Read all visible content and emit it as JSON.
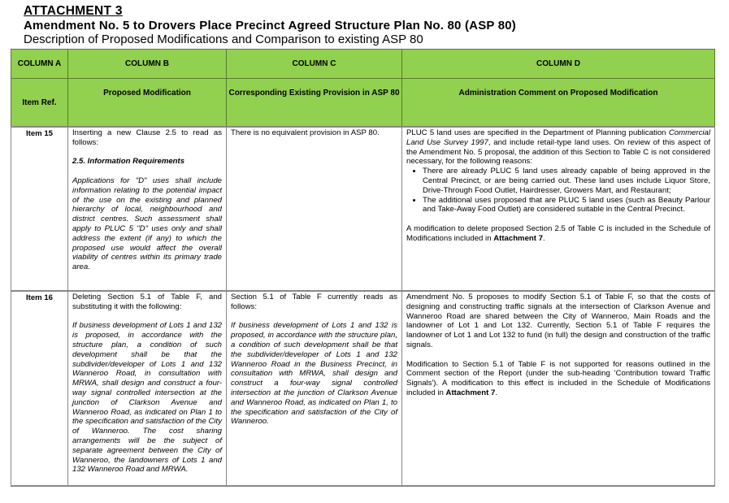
{
  "header": {
    "attachment": "ATTACHMENT 3",
    "title": "Amendment No. 5 to Drovers Place Precinct Agreed Structure Plan No. 80 (ASP 80)",
    "subtitle": "Description of Proposed Modifications and Comparison to existing ASP 80"
  },
  "columns": [
    {
      "label": "COLUMN A",
      "heading": "Item Ref."
    },
    {
      "label": "COLUMN B",
      "heading": "Proposed Modification"
    },
    {
      "label": "COLUMN C",
      "heading": "Corresponding Existing Provision in ASP 80"
    },
    {
      "label": "COLUMN D",
      "heading": "Administration Comment on Proposed Modification"
    }
  ],
  "table_header_color": "#92D050",
  "rows": [
    {
      "item": "Item 15",
      "b_intro": "Inserting a new Clause 2.5 to read as follows:",
      "b_heading": "2.5. Information Requirements",
      "b_quote": "Applications for \"D\" uses shall include information relating to the potential impact of the use on the existing and planned hierarchy of local, neighbourhood and district centres. Such assessment shall apply to PLUC 5 \"D\" uses only and shall address the extent (if any) to which the proposed use would affect the overall viability of centres within its primary trade area.",
      "c_text": "There is no equivalent provision in ASP 80.",
      "d_p1_a": "PLUC 5 land uses are specified in the Department of Planning publication ",
      "d_p1_italic": "Commercial Land Use Survey 1997",
      "d_p1_b": ", and include retail-type land uses. On review of this aspect of the Amendment No. 5 proposal, the addition of this Section to Table C is not considered necessary, for the following reasons:",
      "d_bullets": [
        "There are already PLUC 5 land uses already capable of being approved in the Central Precinct, or are being carried out. These land uses include Liquor Store, Drive-Through Food Outlet, Hairdresser, Growers Mart, and Restaurant;",
        "The additional uses proposed that are PLUC 5 land uses (such as Beauty Parlour and Take-Away Food Outlet) are considered suitable in the Central Precinct."
      ],
      "d_p2": "A modification to delete proposed Section 2.5 of Table C is included in the Schedule of Modifications included in ",
      "d_p2_bold": "Attachment 7",
      "d_p2_end": "."
    },
    {
      "item": "Item 16",
      "b_intro": "Deleting Section 5.1 of Table F, and substituting it with the following:",
      "b_quote": "If business development of Lots 1 and 132 is proposed, in accordance with the structure plan, a condition of such development shall be that the subdivider/developer of Lots 1 and 132 Wanneroo Road, in consultation with MRWA, shall design and construct a four-way signal controlled intersection at the junction of Clarkson Avenue and Wanneroo Road, as indicated on Plan 1 to the specification and satisfaction of the City of Wanneroo. The cost sharing arrangements will be the subject of separate agreement between the City of Wanneroo, the landowners of Lots 1 and 132 Wanneroo Road and MRWA.",
      "c_intro": "Section 5.1 of Table F currently reads as follows:",
      "c_quote": "If business development of Lots 1 and 132 is proposed, in accordance with the structure plan, a condition of such development shall be that the subdivider/developer of Lots 1 and 132 Wanneroo Road in the Business Precinct, in consultation with MRWA, shall design and construct a four-way signal controlled intersection at the junction of Clarkson Avenue and Wanneroo Road, as indicated on Plan 1, to the specification and satisfaction of the City of Wanneroo.",
      "d_p1": "Amendment No. 5 proposes to modify Section 5.1 of Table F, so that the costs of designing and constructing traffic signals at the intersection of Clarkson Avenue and Wanneroo Road are shared between the City of Wanneroo, Main Roads and the landowner of Lot 1 and Lot 132. Currently, Section 5.1 of Table F requires the landowner of Lot 1 and Lot 132 to fund (in full) the design and construction of the traffic signals.",
      "d_p2": "Modification to Section 5.1 of Table F is not supported for reasons outlined in the Comment section of the Report (under the sub-heading 'Contribution toward Traffic Signals'). A modification to this effect is included in the Schedule of Modifications included in ",
      "d_p2_bold": "Attachment 7",
      "d_p2_end": "."
    }
  ]
}
